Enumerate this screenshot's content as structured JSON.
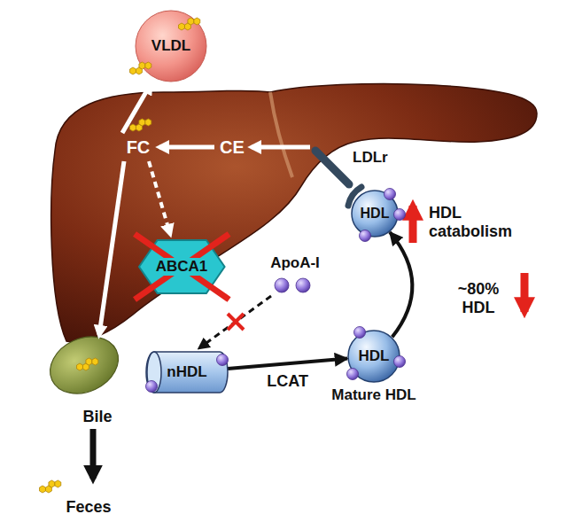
{
  "diagram": {
    "nodes": [
      {
        "text": [
          "VLDL"
        ]
      },
      {
        "text": [
          "ABCA1"
        ]
      },
      {
        "text": [
          "nHDL"
        ]
      },
      {
        "text": [
          "HDL",
          "Mature HDL"
        ]
      },
      {
        "text": [
          "HDL"
        ]
      }
    ],
    "edges": [
      {
        "from": 2,
        "to": 3,
        "arrow": "to",
        "label": "LCAT"
      },
      {
        "from": 3,
        "to": 4,
        "arrow": "to"
      }
    ],
    "labels": [
      "FC",
      "CE",
      "LDLr",
      "HDL catabolism",
      "ApoA-I",
      "~80% HDL",
      "Bile",
      "Feces"
    ]
  }
}
